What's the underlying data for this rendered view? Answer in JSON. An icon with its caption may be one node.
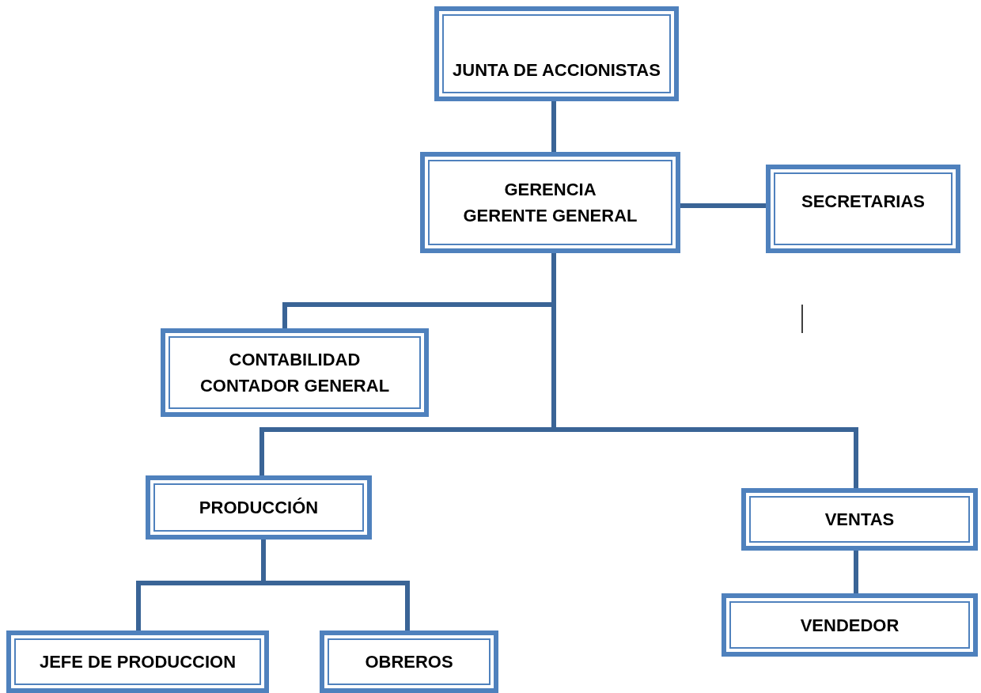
{
  "diagram": {
    "nodes": [
      {
        "text": [
          "JUNTA DE ACCIONISTAS"
        ]
      },
      {
        "text": [
          "GERENCIA",
          "GERENTE GENERAL"
        ]
      },
      {
        "text": [
          "SECRETARIAS"
        ]
      },
      {
        "text": [
          "CONTABILIDAD",
          "CONTADOR GENERAL"
        ]
      },
      {
        "text": [
          "PRODUCCIÓN"
        ]
      },
      {
        "text": [
          "VENTAS"
        ]
      },
      {
        "text": [
          "VENDEDOR"
        ]
      },
      {
        "text": [
          "JEFE DE PRODUCCION"
        ]
      },
      {
        "text": [
          "OBREROS"
        ]
      }
    ],
    "edges": [
      {
        "from": 0,
        "to": 1,
        "arrow": "none"
      },
      {
        "from": 1,
        "to": 2,
        "arrow": "none"
      },
      {
        "from": 1,
        "to": 3,
        "arrow": "none"
      },
      {
        "from": 1,
        "to": 4,
        "arrow": "none"
      },
      {
        "from": 1,
        "to": 5,
        "arrow": "none"
      },
      {
        "from": 4,
        "to": 7,
        "arrow": "none"
      },
      {
        "from": 4,
        "to": 8,
        "arrow": "none"
      },
      {
        "from": 5,
        "to": 6,
        "arrow": "none"
      }
    ]
  }
}
